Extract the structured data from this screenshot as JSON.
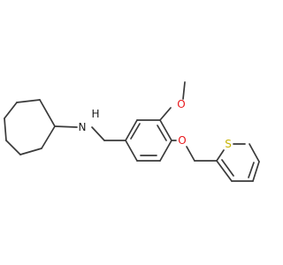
{
  "figure": {
    "colors": {
      "background": "#ffffff",
      "bond": "#3a3a3a",
      "nitrogen": "#1a1a1a",
      "oxygen": "#e8171b",
      "sulfur": "#c7b300"
    },
    "atom_labels": {
      "amine_nitrogen": "N",
      "amine_hydrogen": "H",
      "methoxy_oxygen": "O",
      "ether_oxygen": "O",
      "thiophene_sulfur": "S"
    }
  }
}
